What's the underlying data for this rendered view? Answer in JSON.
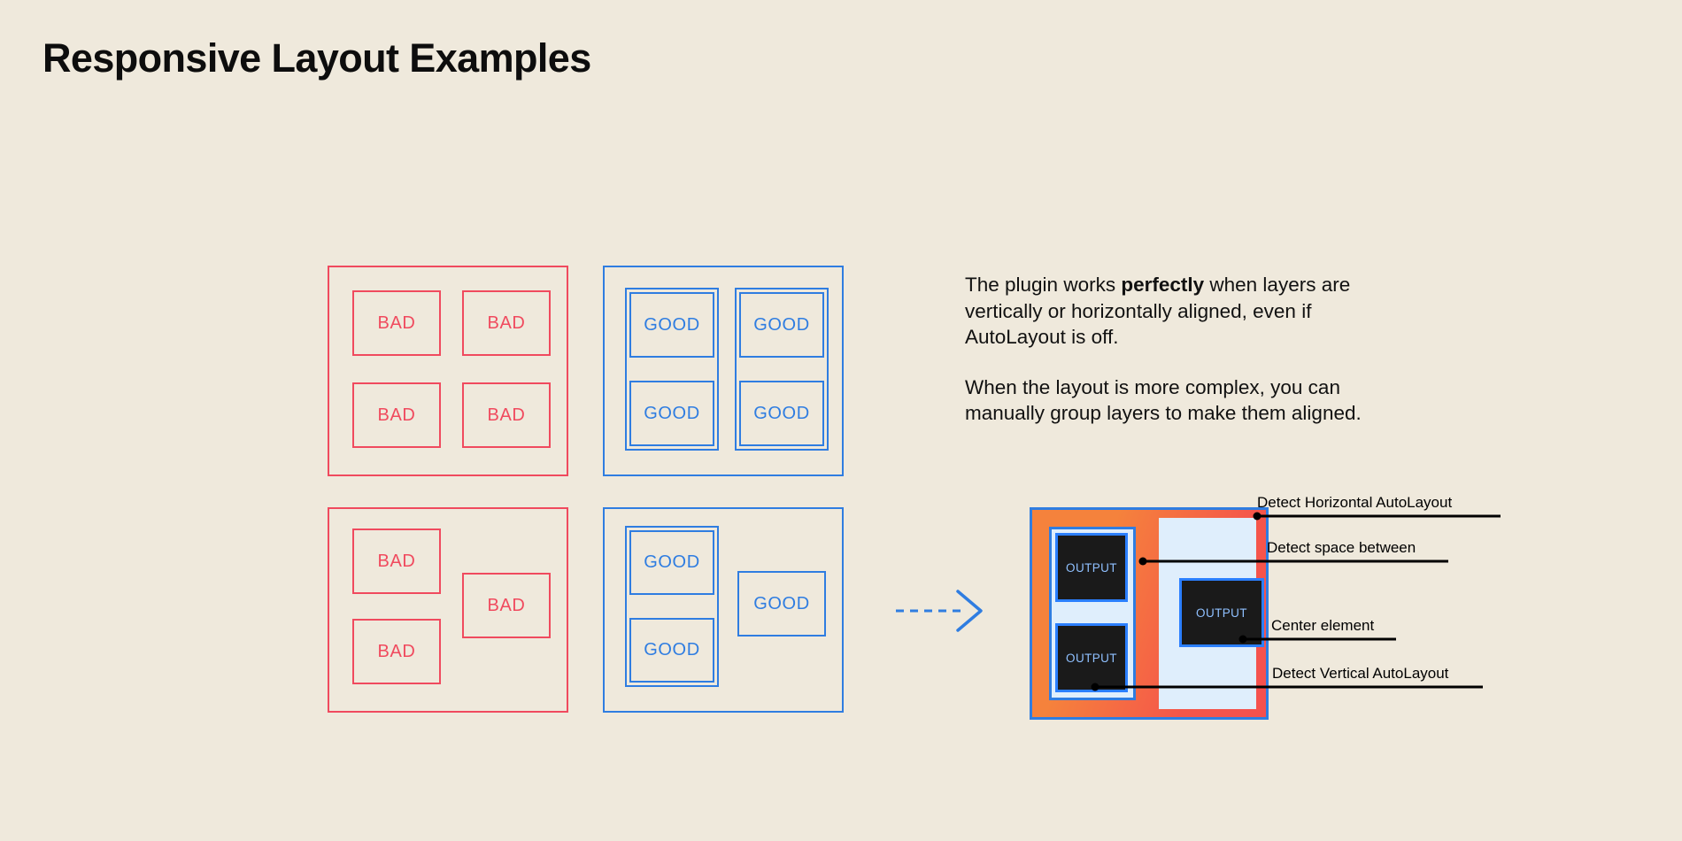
{
  "page": {
    "title": "Responsive Layout Examples",
    "background_color": "#efe9dc"
  },
  "colors": {
    "bad": "#f04a5e",
    "good": "#2f7de1",
    "text": "#111111",
    "panel_orange": "#f5823c",
    "panel_red": "#f5564a",
    "output_fill": "#1a1a1a",
    "output_border": "#2b7fff",
    "output_text": "#8fc0ff",
    "column_fill": "#dfeefc",
    "arrow": "#2f7de1"
  },
  "examples": {
    "bad_grid": {
      "kind": "bad",
      "cells": [
        {
          "label": "BAD"
        },
        {
          "label": "BAD"
        },
        {
          "label": "BAD"
        },
        {
          "label": "BAD"
        }
      ]
    },
    "good_grid": {
      "kind": "good",
      "cells": [
        {
          "label": "GOOD"
        },
        {
          "label": "GOOD"
        },
        {
          "label": "GOOD"
        },
        {
          "label": "GOOD"
        }
      ]
    },
    "bad_complex": {
      "kind": "bad",
      "cells": [
        {
          "label": "BAD"
        },
        {
          "label": "BAD"
        },
        {
          "label": "BAD"
        }
      ]
    },
    "good_complex": {
      "kind": "good",
      "cells": [
        {
          "label": "GOOD"
        },
        {
          "label": "GOOD"
        },
        {
          "label": "GOOD"
        }
      ]
    }
  },
  "copy": {
    "paragraph1_before": "The plugin works ",
    "paragraph1_bold": "perfectly",
    "paragraph1_after": " when layers are vertically or horizontally aligned, even if AutoLayout is off.",
    "paragraph2": "When the layout is more complex, you can manually group layers to make them aligned."
  },
  "arrow": {
    "icon": "dashed-arrow-right-icon"
  },
  "mock": {
    "outputs": [
      {
        "label": "OUTPUT"
      },
      {
        "label": "OUTPUT"
      },
      {
        "label": "OUTPUT"
      }
    ],
    "callouts": [
      {
        "label": "Detect Horizontal AutoLayout"
      },
      {
        "label": "Detect space between"
      },
      {
        "label": "Center element"
      },
      {
        "label": "Detect Vertical AutoLayout"
      }
    ]
  }
}
